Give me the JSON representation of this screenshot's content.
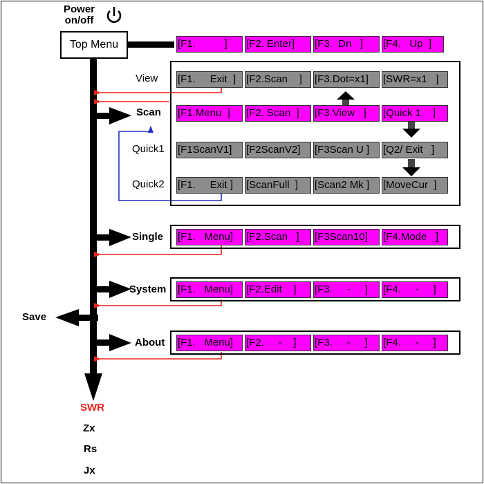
{
  "power": {
    "line1": "Power",
    "line2": "on/off"
  },
  "top_menu": {
    "label": "Top Menu",
    "keys": [
      "[F1.          ]",
      "[F2. Enter]",
      "[F3.  Dn   ]",
      "[F4.   Up  ]"
    ]
  },
  "view": {
    "label": "View",
    "keys": [
      "[F1.     Exit  ]",
      "[F2.Scan    ]",
      "[F3.Dot=x1]",
      "[SWR=x1   ]"
    ]
  },
  "scan": {
    "label": "Scan",
    "keys": [
      "[F1.Menu  ]",
      "[F2. Scan  ]",
      "[F3.View   ]",
      "[Quick 1    ]"
    ]
  },
  "quick1": {
    "label": "Quick1",
    "keys": [
      "[F1ScanV1]",
      "[F2ScanV2]",
      "[F3Scan U ]",
      "[Q2/ Exit   ]"
    ]
  },
  "quick2": {
    "label": "Quick2",
    "keys": [
      "[F1.     Exit ]",
      "[ScanFull  ]",
      "[Scan2 Mk ]",
      "[MoveCur  ]"
    ]
  },
  "single": {
    "label": "Single",
    "keys": [
      "[F1.   Menu]",
      "[F2.Scan   ]",
      "[F3Scan10]",
      "[F4.Mode   ]"
    ]
  },
  "system": {
    "label": "System",
    "keys": [
      "[F1.   Menu]",
      "[F2.Edit    ]",
      "[F3.     -     ]",
      "[F4.     -     ]"
    ]
  },
  "about": {
    "label": "About",
    "keys": [
      "[F1.   Menu]",
      "[F2.     -    ]",
      "[F3.     -     ]",
      "[F4.     -     ]"
    ]
  },
  "save": {
    "label": "Save"
  },
  "modes": [
    "SWR",
    "Zx",
    "Rs",
    "Jx"
  ],
  "colors": {
    "softkey": "#ff00ff",
    "greyed_key": "#8c8c8c",
    "return_arrow": "#e8231e",
    "quick_return": "#2030c0",
    "swr_mode": "#e8231e"
  }
}
